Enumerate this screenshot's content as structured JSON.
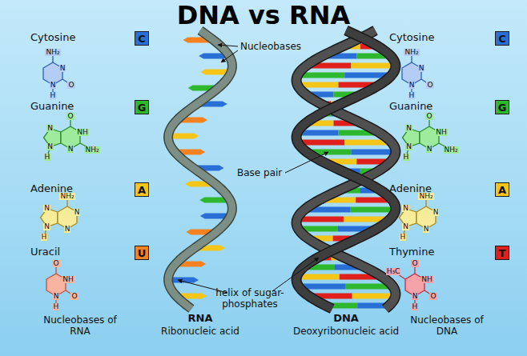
{
  "diagram": {
    "title": "DNA vs RNA",
    "nodes": [
      {
        "text": [
          "C"
        ]
      },
      {
        "text": [
          "C"
        ]
      },
      {
        "text": [
          "G"
        ]
      },
      {
        "text": [
          "G"
        ]
      },
      {
        "text": [
          "A"
        ]
      },
      {
        "text": [
          "A"
        ]
      },
      {
        "text": [
          "U"
        ]
      },
      {
        "text": [
          "T"
        ]
      }
    ],
    "labels": [
      "Nucleobases",
      "Base pair",
      "helix of sugar-phosphates",
      "Nucleobases of RNA",
      "Nucleobases of DNA",
      "RNA",
      "Ribonucleic acid",
      "DNA",
      "Deoxyribonucleic acid",
      "Cytosine",
      "Guanine",
      "Adenine",
      "Uracil",
      "Cytosine",
      "Guanine",
      "Adenine",
      "Thymine",
      "NH₂",
      "N",
      "N",
      "H",
      "O",
      "O",
      "NH",
      "NH₂",
      "N",
      "N",
      "N",
      "H",
      "NH₂",
      "N",
      "N",
      "N",
      "N",
      "H",
      "O",
      "NH",
      "O",
      "N",
      "H",
      "NH₂",
      "N",
      "N",
      "H",
      "O",
      "O",
      "NH",
      "NH₂",
      "N",
      "N",
      "N",
      "H",
      "NH₂",
      "N",
      "N",
      "N",
      "N",
      "H",
      "H₃C",
      "O",
      "NH",
      "O",
      "N",
      "H"
    ]
  }
}
